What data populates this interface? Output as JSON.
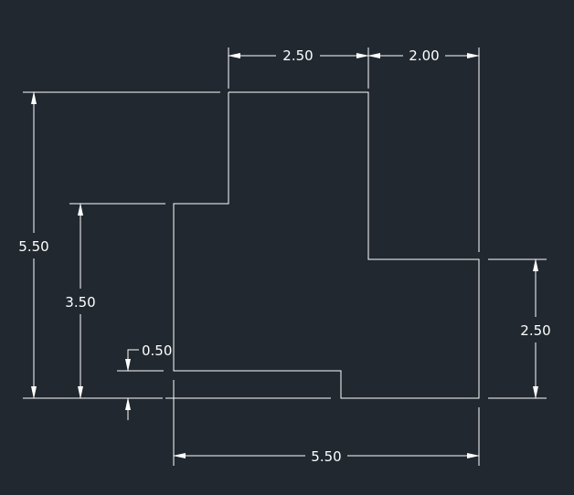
{
  "colors": {
    "background": "#212830",
    "stroke": "#ffffff"
  },
  "dimensions": {
    "top_left_width": "2.50",
    "top_right_width": "2.00",
    "overall_height": "5.50",
    "left_step_height": "3.50",
    "bottom_offset": "0.50",
    "right_lower_height": "2.50",
    "overall_width": "5.50"
  }
}
